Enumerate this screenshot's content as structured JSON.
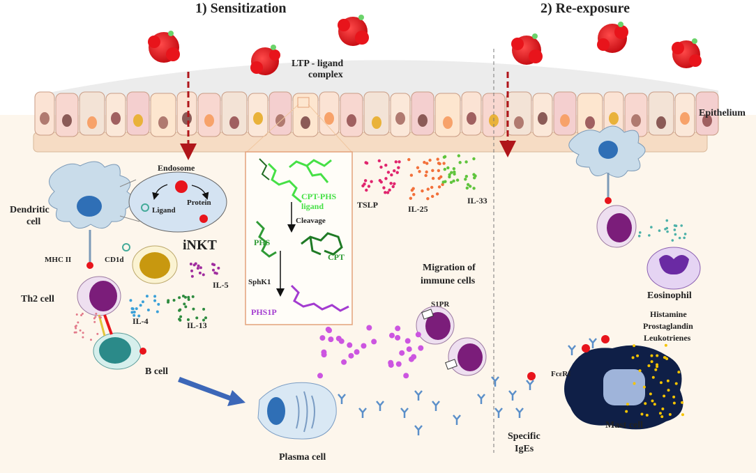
{
  "headings": {
    "sensitization": "1)   Sensitization",
    "reexposure": "2)   Re-exposure"
  },
  "labels": {
    "ltp_complex_1": "LTP - ligand",
    "ltp_complex_2": "complex",
    "epithelium": "Epithelium",
    "endosome": "Endosome",
    "protein": "Protein",
    "ligand": "Ligand",
    "dendritic_cell_1": "Dendritic",
    "dendritic_cell_2": "cell",
    "mhc2": "MHC II",
    "cd1d": "CD1d",
    "inkt": "iNKT",
    "il5": "IL-5",
    "th2": "Th2 cell",
    "il4": "IL-4",
    "il13": "IL-13",
    "bcell": "B cell",
    "plasma": "Plasma cell",
    "cpt_phs_1": "CPT-PHS",
    "cpt_phs_2": "ligand",
    "cleavage": "Cleavage",
    "phs": "PHS",
    "cpt": "CPT",
    "sphk1": "SphK1",
    "phs1p": "PHS1P",
    "tslp": "TSLP",
    "il25": "IL-25",
    "il33": "IL-33",
    "migration_1": "Migration of",
    "migration_2": "immune cells",
    "s1pr": "S1PR",
    "ige_1": "Specific",
    "ige_2": "IgEs",
    "eosinophil": "Eosinophil",
    "histamine": "Histamine",
    "prostaglandin": "Prostaglandin",
    "leukotrienes": "Leukotrienes",
    "fceri": "FcεRI",
    "mast": "Mast cell"
  },
  "colors": {
    "background_band": "#fdf6ec",
    "epithelium_cell": "#fbe3d4",
    "allergen": "#e8141b",
    "arrow_red": "#b0151a",
    "dendritic": "#c9dcea",
    "nucleus_blue": "#2f6fb6",
    "inkt": "#c8980f",
    "th2": "#7b1d7a",
    "bcell": "#2b8a89",
    "plasma": "#d9e8f4",
    "phs_green": "#2f9a35",
    "cpt_phs_green": "#46e046",
    "phs1p_purple": "#a33bd0",
    "tslp": "#e0246d",
    "il25": "#f2703a",
    "il33": "#5fc43c",
    "mast_dark": "#0f1f47",
    "antibody": "#5b8fc9",
    "big_arrow": "#3c67b8"
  }
}
